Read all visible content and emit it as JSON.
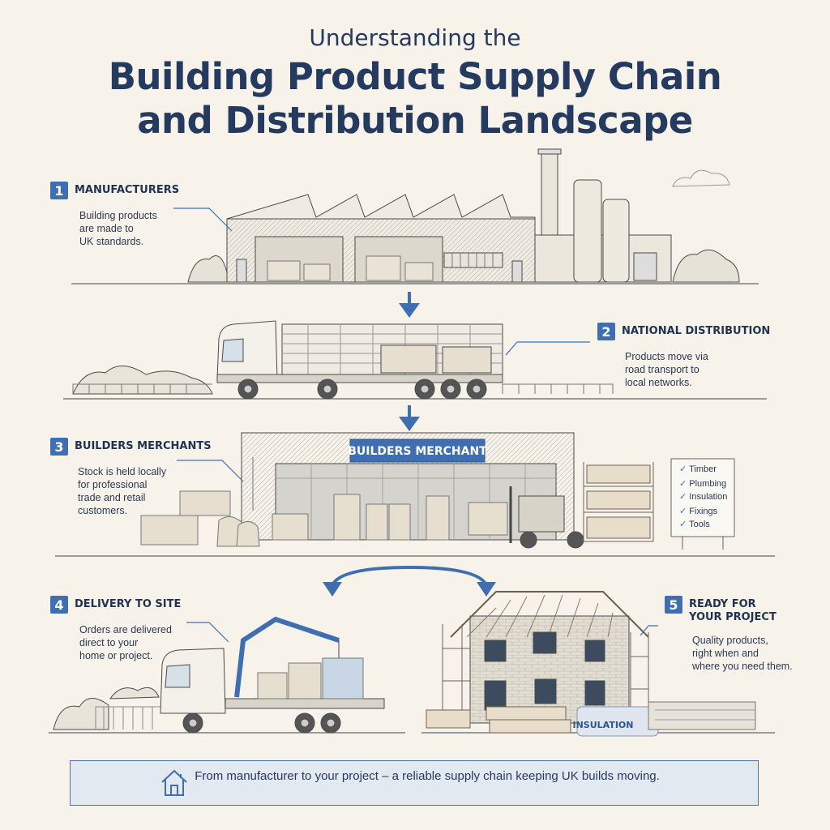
{
  "title": {
    "line1": "Understanding the",
    "line2": "Building Product Supply Chain",
    "line3": "and Distribution Landscape"
  },
  "steps": [
    {
      "number": "1",
      "title": "MANUFACTURERS",
      "description": "Building products\nare made to\nUK standards."
    },
    {
      "number": "2",
      "title": "NATIONAL DISTRIBUTION",
      "description": "Products move via\nroad transport to\nlocal networks."
    },
    {
      "number": "3",
      "title": "BUILDERS MERCHANTS",
      "description": "Stock is held locally\nfor professional\ntrade and retail\ncustomers."
    },
    {
      "number": "4",
      "title": "DELIVERY TO SITE",
      "description": "Orders are delivered\ndirect to your\nhome or project."
    },
    {
      "number": "5",
      "title": "READY FOR\nYOUR PROJECT",
      "description": "Quality products,\nright when and\nwhere you need them."
    }
  ],
  "merchant_sign": "BUILDERS MERCHANT",
  "product_list": [
    "Timber",
    "Plumbing",
    "Insulation",
    "Fixings",
    "Tools"
  ],
  "insulation_label": "INSULATION",
  "footer": {
    "text": "From manufacturer to your project – a reliable supply chain keeping UK builds moving.",
    "icon": "house-icon"
  },
  "colors": {
    "accent": "#3f6fb0",
    "title": "#243a5e",
    "background": "#f7f3ea"
  }
}
